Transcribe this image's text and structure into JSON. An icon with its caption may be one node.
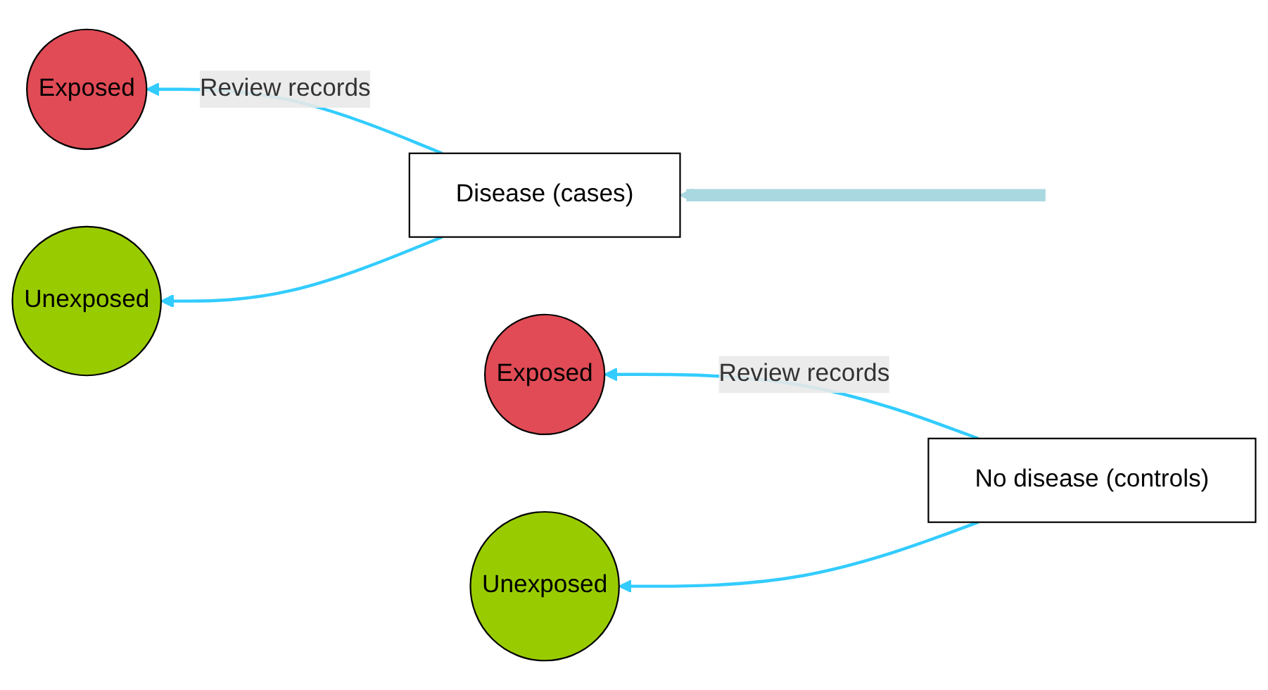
{
  "diagram": {
    "nodes": [
      {
        "text": [
          "Exposed"
        ]
      },
      {
        "text": [
          "Unexposed"
        ]
      },
      {
        "text": [
          "Disease (cases)"
        ]
      },
      {
        "text": [
          "Exposed"
        ]
      },
      {
        "text": [
          "Unexposed"
        ]
      },
      {
        "text": [
          "No disease (controls)"
        ]
      }
    ],
    "edges": [
      {
        "from": null,
        "to": 2,
        "arrow": "to",
        "style": "thick",
        "color": "#a9d8e0"
      },
      {
        "from": 2,
        "to": 0,
        "arrow": "to",
        "label": "Review records"
      },
      {
        "from": 2,
        "to": 1,
        "arrow": "to"
      },
      {
        "from": 5,
        "to": 3,
        "arrow": "to",
        "label": "Review records"
      },
      {
        "from": 5,
        "to": 4,
        "arrow": "to"
      }
    ]
  }
}
